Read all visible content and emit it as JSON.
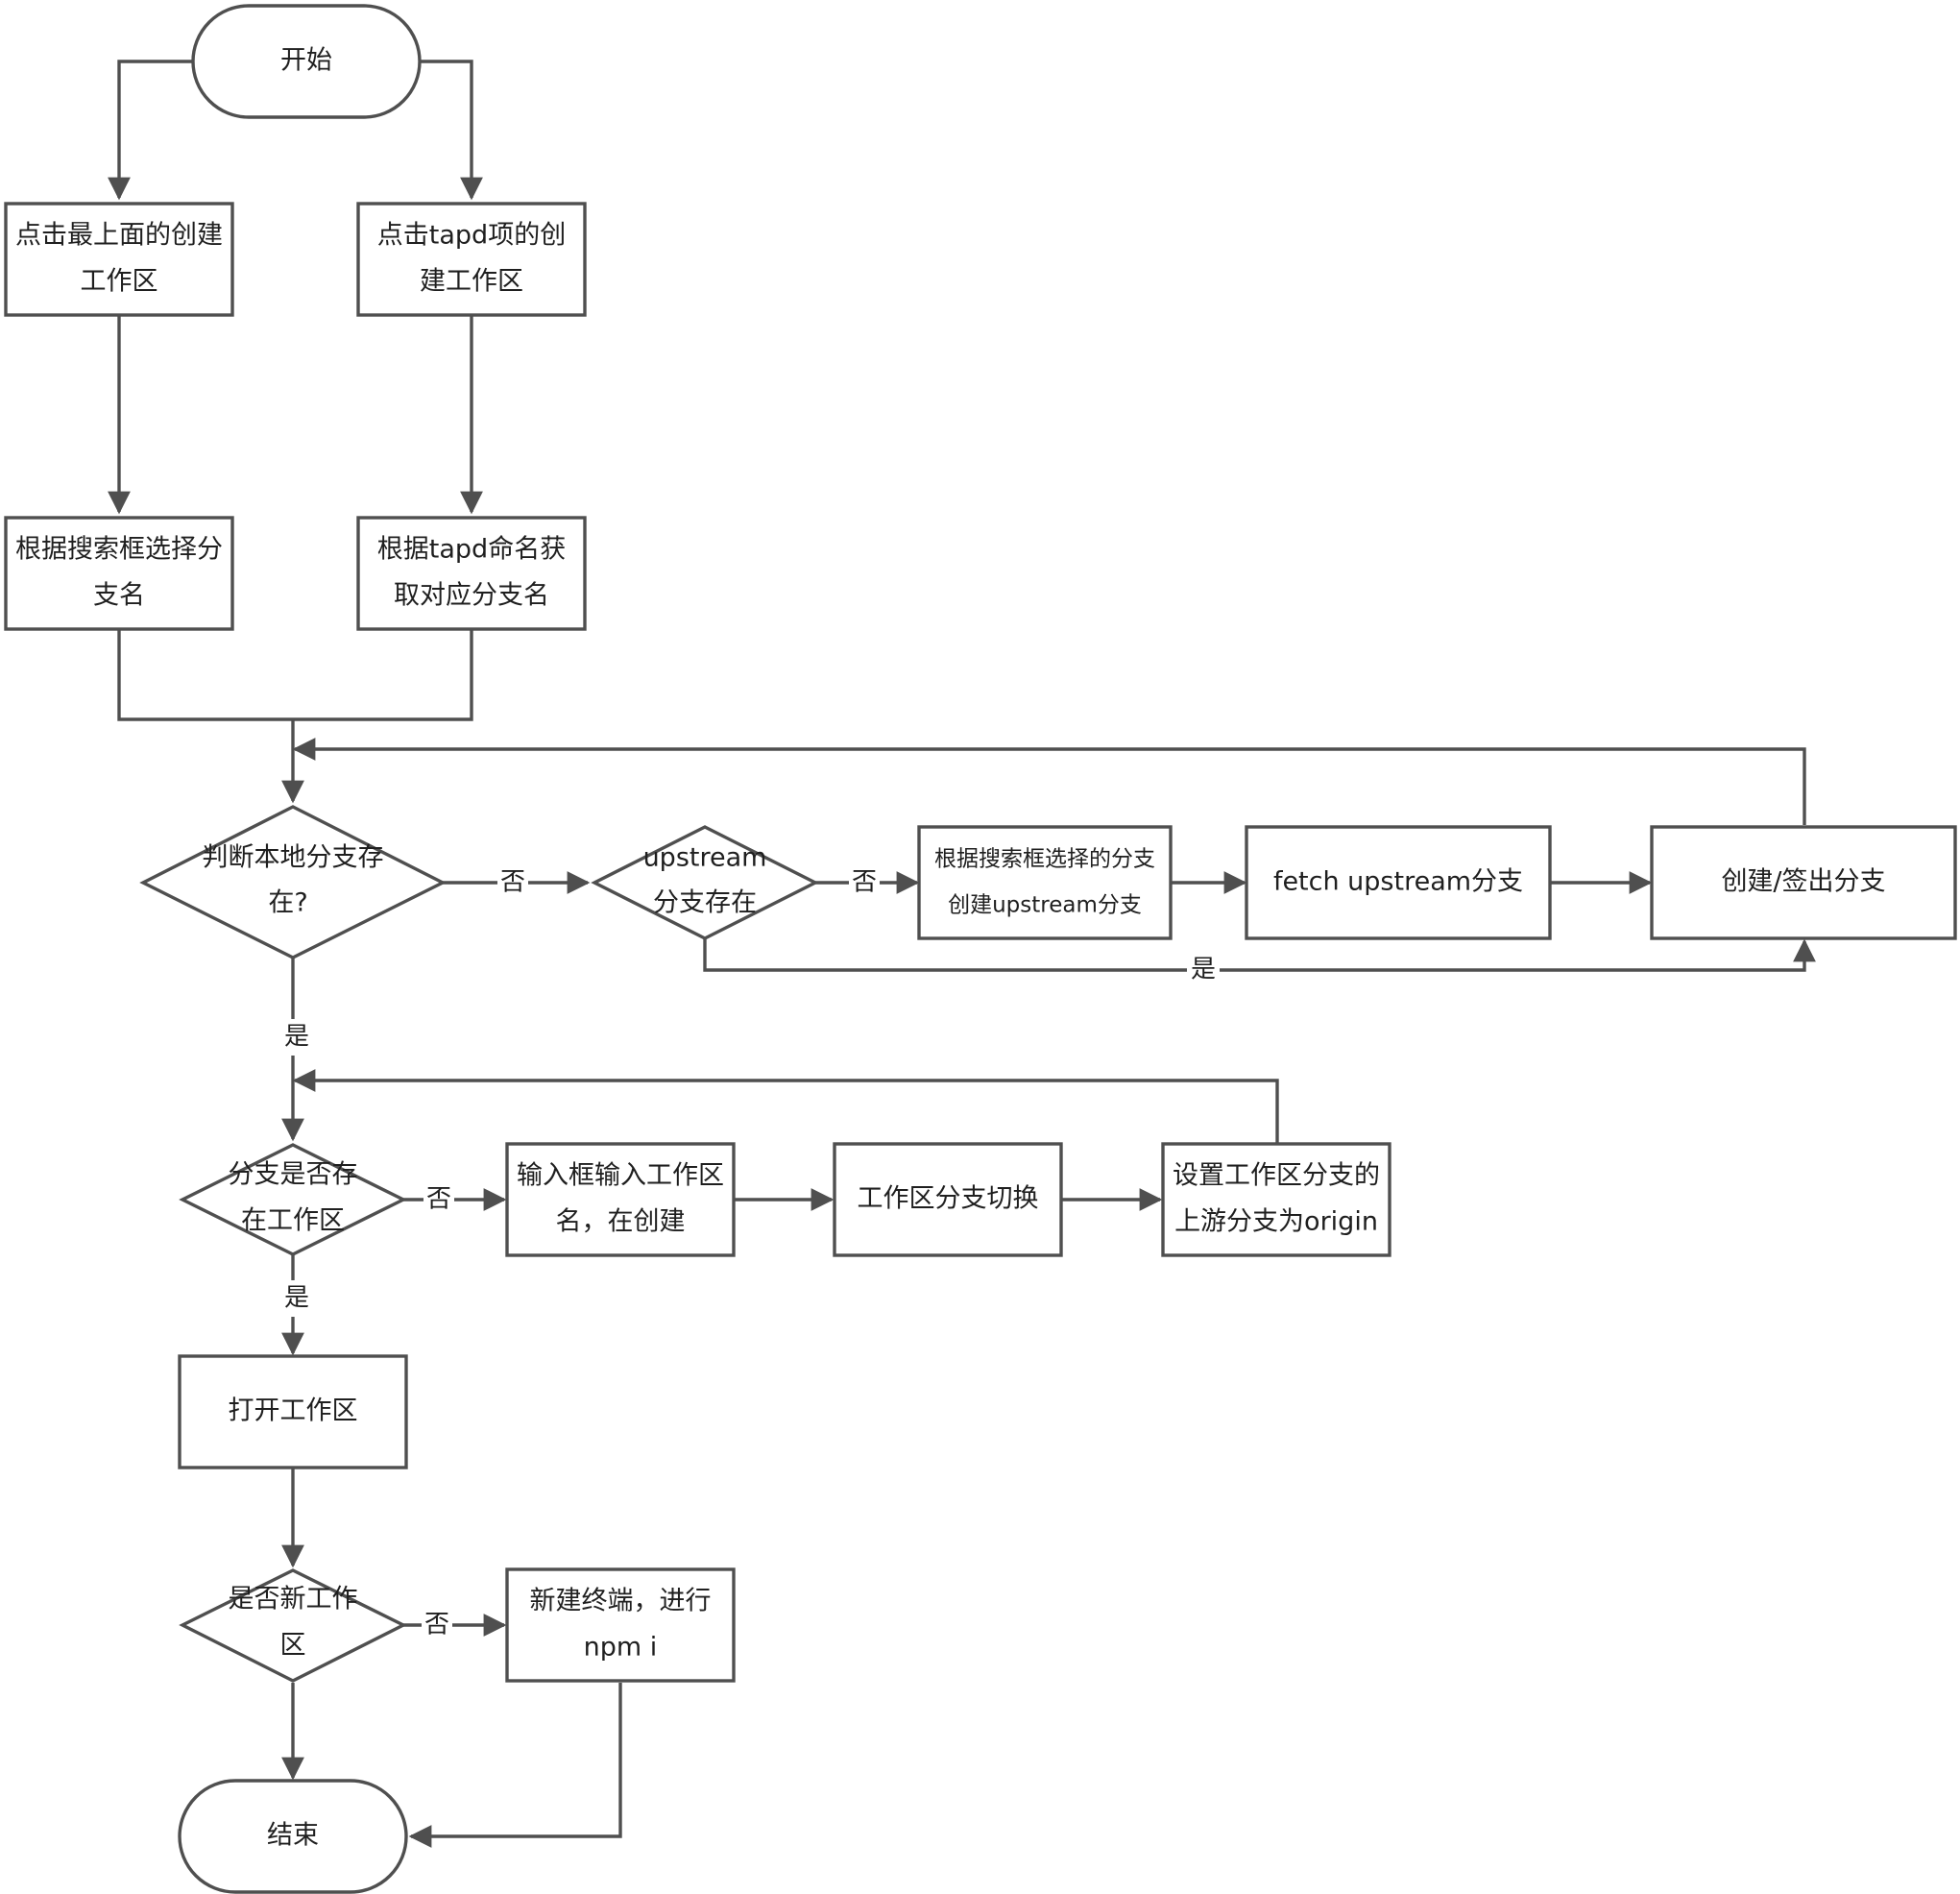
{
  "nodes": {
    "start": {
      "line1": "开始"
    },
    "click_top_create": {
      "line1": "点击最上面的创建",
      "line2": "工作区"
    },
    "click_tapd_create": {
      "line1": "点击tapd项的创",
      "line2": "建工作区"
    },
    "select_branch_search": {
      "line1": "根据搜索框选择分",
      "line2": "支名"
    },
    "get_branch_tapd": {
      "line1": "根据tapd命名获",
      "line2": "取对应分支名"
    },
    "local_branch_exists": {
      "line1": "判断本地分支存",
      "line2": "在?"
    },
    "upstream_branch_exists": {
      "line1": "upstream",
      "line2": "分支存在"
    },
    "create_upstream_branch": {
      "line1": "根据搜索框选择的分支",
      "line2": "创建upstream分支"
    },
    "fetch_upstream_branch": {
      "line1": "fetch upstream分支"
    },
    "create_checkout_branch": {
      "line1": "创建/签出分支"
    },
    "branch_in_workspace": {
      "line1": "分支是否存",
      "line2": "在工作区"
    },
    "input_workspace_name": {
      "line1": "输入框输入工作区",
      "line2": "名，在创建"
    },
    "switch_workspace_branch": {
      "line1": "工作区分支切换"
    },
    "set_upstream_origin": {
      "line1": "设置工作区分支的",
      "line2": "上游分支为origin"
    },
    "open_workspace": {
      "line1": "打开工作区"
    },
    "is_new_workspace": {
      "line1": "是否新工作",
      "line2": "区"
    },
    "new_terminal_npm": {
      "line1": "新建终端，进行",
      "line2": "npm i"
    },
    "end": {
      "line1": "结束"
    }
  },
  "edge_labels": {
    "local_no": "否",
    "upstream_no": "否",
    "upstream_yes": "是",
    "local_yes": "是",
    "workspace_no": "否",
    "workspace_yes": "是",
    "new_workspace_no": "否"
  },
  "colors": {
    "stroke": "#4f4f4f",
    "text": "#1f1f1f",
    "background": "#ffffff"
  }
}
